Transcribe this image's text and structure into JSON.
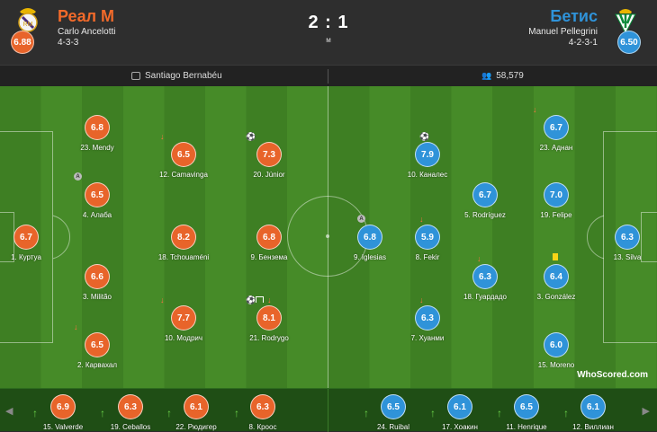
{
  "match": {
    "score": "2 : 1",
    "score_sub": "м",
    "home": {
      "name": "Реал М",
      "coach": "Carlo Ancelotti",
      "formation": "4-3-3",
      "rating": "6.88",
      "color": "#e8642a"
    },
    "away": {
      "name": "Бетис",
      "coach": "Manuel Pellegrini",
      "formation": "4-2-3-1",
      "rating": "6.50",
      "color": "#2f93d9"
    }
  },
  "info": {
    "stadium": "Santiago Bernabéu",
    "attendance": "58,579"
  },
  "home_players": [
    {
      "number_name": "1. Куртуа",
      "rating": "6.7",
      "marks": []
    },
    {
      "number_name": "23. Mendy",
      "rating": "6.8",
      "marks": []
    },
    {
      "number_name": "4. Алаба",
      "rating": "6.5",
      "marks": [
        "captain"
      ]
    },
    {
      "number_name": "3. Militão",
      "rating": "6.6",
      "marks": []
    },
    {
      "number_name": "2. Карвахал",
      "rating": "6.5",
      "marks": [
        "sub-off"
      ]
    },
    {
      "number_name": "12. Camavinga",
      "rating": "6.5",
      "marks": [
        "sub-off"
      ]
    },
    {
      "number_name": "18. Tchouaméni",
      "rating": "8.2",
      "marks": []
    },
    {
      "number_name": "10. Модрич",
      "rating": "7.7",
      "marks": [
        "sub-off"
      ]
    },
    {
      "number_name": "20. Júnior",
      "rating": "7.3",
      "marks": [
        "goal"
      ]
    },
    {
      "number_name": "9. Бензема",
      "rating": "6.8",
      "marks": []
    },
    {
      "number_name": "21. Rodrygo",
      "rating": "8.1",
      "marks": [
        "goal",
        "assist",
        "sub-off"
      ]
    }
  ],
  "away_players": [
    {
      "number_name": "13. Silva",
      "rating": "6.3",
      "marks": []
    },
    {
      "number_name": "23. Аднан",
      "rating": "6.7",
      "marks": [
        "sub-off"
      ]
    },
    {
      "number_name": "19. Felipe",
      "rating": "7.0",
      "marks": []
    },
    {
      "number_name": "3. González",
      "rating": "6.4",
      "marks": [
        "yellow-card"
      ]
    },
    {
      "number_name": "15. Moreno",
      "rating": "6.0",
      "marks": []
    },
    {
      "number_name": "5. Rodríguez",
      "rating": "6.7",
      "marks": []
    },
    {
      "number_name": "18. Гуардадо",
      "rating": "6.3",
      "marks": [
        "sub-off"
      ]
    },
    {
      "number_name": "10. Каналес",
      "rating": "7.9",
      "marks": [
        "goal"
      ]
    },
    {
      "number_name": "8. Fekir",
      "rating": "5.9",
      "marks": [
        "sub-off"
      ]
    },
    {
      "number_name": "7. Хуанми",
      "rating": "6.3",
      "marks": [
        "sub-off"
      ]
    },
    {
      "number_name": "9. Iglesias",
      "rating": "6.8",
      "marks": [
        "captain"
      ]
    }
  ],
  "home_bench": [
    {
      "number_name": "15. Valverde",
      "rating": "6.9"
    },
    {
      "number_name": "19. Ceballos",
      "rating": "6.3"
    },
    {
      "number_name": "22. Рюдигер",
      "rating": "6.1"
    },
    {
      "number_name": "8. Кроос",
      "rating": "6.3"
    }
  ],
  "away_bench": [
    {
      "number_name": "24. Ruibal",
      "rating": "6.5"
    },
    {
      "number_name": "17. Хоакин",
      "rating": "6.1"
    },
    {
      "number_name": "11. Henrique",
      "rating": "6.5"
    },
    {
      "number_name": "12. Виллиан",
      "rating": "6.1"
    }
  ],
  "watermark": "WhoScored.com"
}
